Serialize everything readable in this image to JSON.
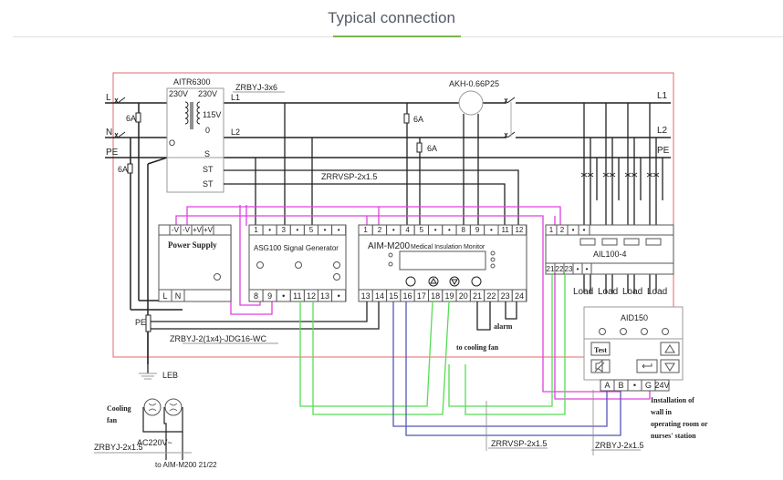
{
  "header": {
    "title": "Typical connection"
  },
  "colors": {
    "accent": "#7ab648",
    "frame": "#e06a6a",
    "magenta": "#e040e0",
    "green": "#55dd55",
    "blue": "#5555bb",
    "black": "#222222",
    "grey": "#999999"
  },
  "diagram": {
    "bus": {
      "l": "L",
      "n": "N",
      "pe": "PE",
      "l1": "L1",
      "l2": "L2",
      "pe_right": "PE",
      "l1_left": "L1",
      "l2_left": "L2"
    },
    "fuse_6a_1": "6A",
    "fuse_6a_2": "6A",
    "fuse_6a_3": "6A",
    "fuse_6a_4": "6A",
    "transformer": {
      "name": "AITR6300",
      "in_v": "230V",
      "out_v": "230V",
      "tap": "115V",
      "zero": "0",
      "o_left": "O",
      "s": "S",
      "st1": "ST",
      "st2": "ST"
    },
    "cable_top": "ZRBYJ-3x6",
    "ct": "AKH-0.66P25",
    "cable_st": "ZRRVSP-2x1.5",
    "power_supply": {
      "name": "Power Supply",
      "terminals_top": [
        "-V",
        "-V",
        "+V",
        "+V"
      ],
      "terminals_bottom": [
        "L",
        "N"
      ]
    },
    "signal_gen": {
      "name": "ASG100 Signal Generator",
      "terminals_top": [
        "1",
        "•",
        "3",
        "•",
        "5",
        "•",
        "•"
      ],
      "terminals_bottom": [
        "8",
        "9",
        "•",
        "11",
        "12",
        "13",
        "•"
      ]
    },
    "monitor": {
      "model": "AIM-M200",
      "name": "Medical Insulation Monitor",
      "terminals_top": [
        "1",
        "2",
        "•",
        "4",
        "5",
        "•",
        "•",
        "8",
        "9",
        "•",
        "11",
        "12"
      ],
      "terminals_bottom": [
        "13",
        "14",
        "15",
        "16",
        "17",
        "18",
        "19",
        "20",
        "21",
        "22",
        "23",
        "24"
      ],
      "buttons": [
        "set-icon",
        "up-icon",
        "down-icon",
        "reset-icon"
      ]
    },
    "ail": {
      "name": "AIL100-4",
      "terminals_top": [
        "1",
        "2",
        "•",
        "•"
      ],
      "terminals_bottom": [
        "21",
        "22",
        "23",
        "•",
        "•"
      ]
    },
    "loads": [
      "Load",
      "Load",
      "Load",
      "Load"
    ],
    "alarm": "alarm",
    "to_cooling_fan": "to cooling fan",
    "aid150": {
      "name": "AID150",
      "test": "Test",
      "terminals": [
        "A",
        "B",
        "•",
        "G",
        "24V"
      ]
    },
    "install_note": [
      "Installation of",
      "wall in",
      "operating room or",
      "nurses' station"
    ],
    "pe_label": "PE",
    "cable_pe": "ZRBYJ-2(1x4)-JDG16-WC",
    "leb": "LEB",
    "cooling_fan": [
      "Cooling",
      "fan"
    ],
    "cable_fan": "ZRBYJ-2x1.5",
    "ac_label": "AC220V~",
    "to_aim": "to AIM-M200 21/22",
    "cable_bottom_1": "ZRRVSP-2x1.5",
    "cable_bottom_2": "ZRBYJ-2x1.5"
  }
}
